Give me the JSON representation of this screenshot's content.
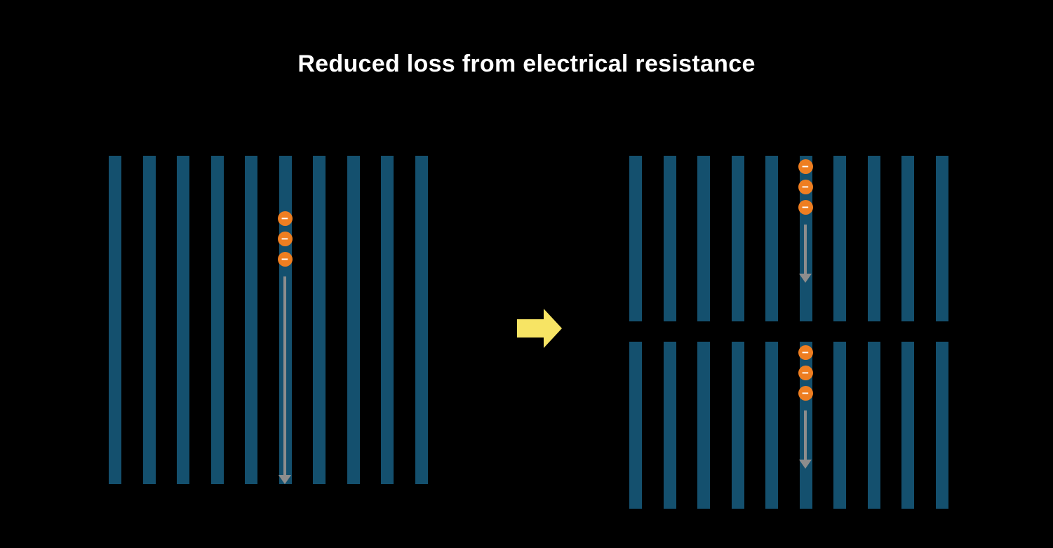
{
  "title": "Reduced loss from electrical resistance",
  "electron_symbol": "−",
  "colors": {
    "background": "#000000",
    "title": "#ffffff",
    "bar": "#14506e",
    "electron": "#ee7e21",
    "electron_symbol": "#ffffff",
    "flow_arrow": "#8d8d8d",
    "transition_arrow": "#f7e464"
  },
  "left_panel": {
    "bars": 10,
    "electrons": 3
  },
  "right_panel": {
    "rows": 2,
    "bars_per_row": 10,
    "electrons_per_row": 3
  }
}
